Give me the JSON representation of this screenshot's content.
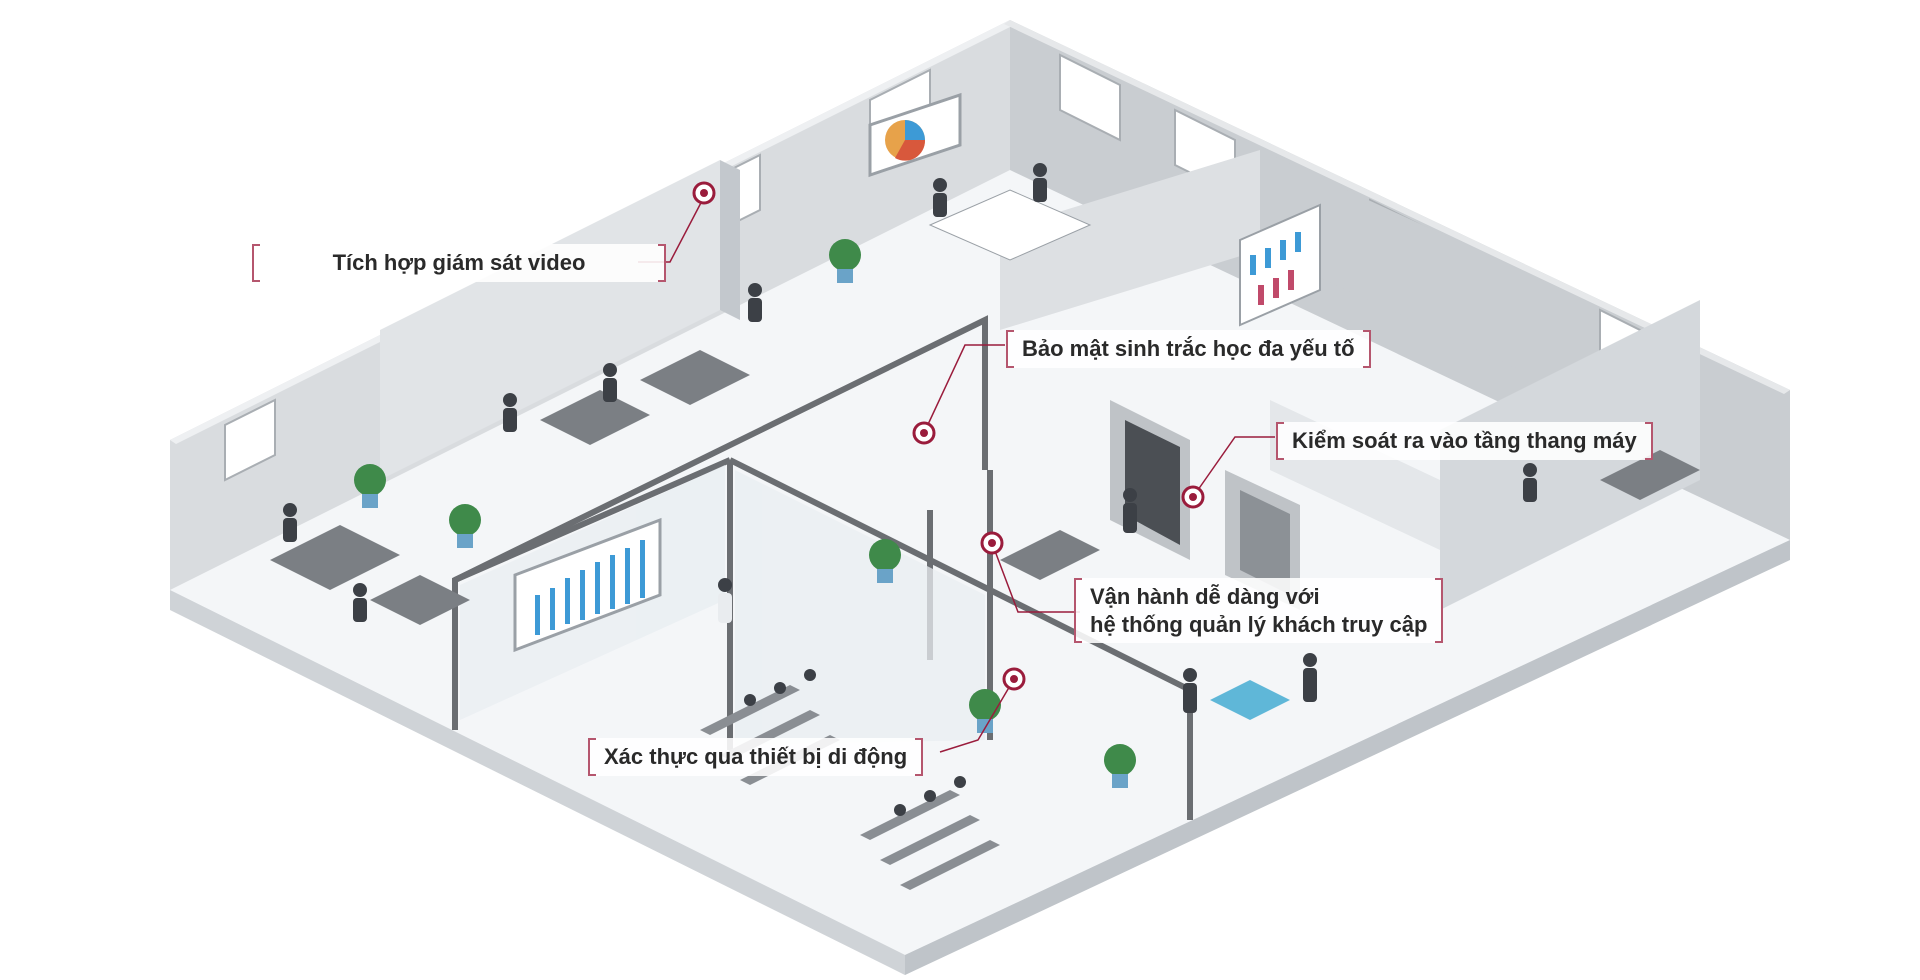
{
  "colors": {
    "accent": "#9a1c3c",
    "bracket": "#b5566e",
    "floor": "#f4f6f8",
    "wall": "#d9dcdf",
    "wall_dark": "#c9cdd1",
    "glass_frame": "#6b6e72",
    "furniture": "#7b7f84",
    "plant": "#3f8a4a",
    "screen_blue": "#3d9ad6"
  },
  "callouts": {
    "video": "Tích hợp giám sát video",
    "biometric": "Bảo mật sinh trắc học đa yếu tố",
    "elevator": "Kiểm soát ra vào tầng thang máy",
    "visitor_line1": "Vận hành dễ dàng với",
    "visitor_line2": "hệ thống quản lý khách truy cập",
    "mobile": "Xác thực qua thiết bị di động"
  },
  "icons": [
    "location-pin-icon",
    "pie-chart-icon",
    "bar-chart-icon",
    "plant-icon"
  ]
}
